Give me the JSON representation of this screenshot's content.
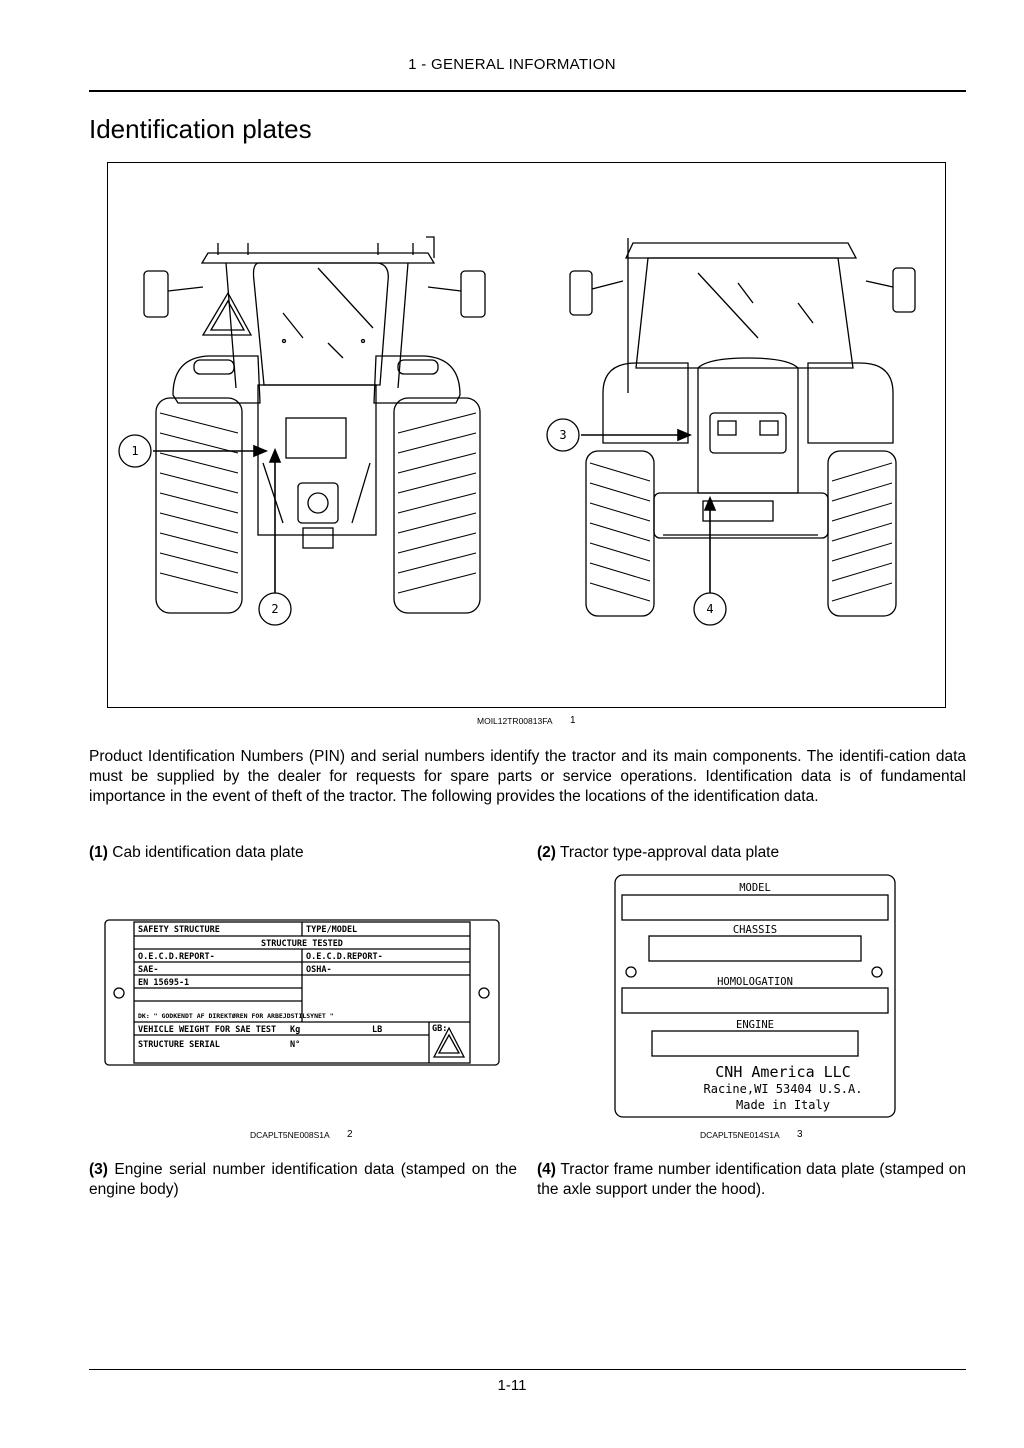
{
  "header": {
    "section": "1 - GENERAL INFORMATION"
  },
  "title": "Identification plates",
  "figure1": {
    "code": "MOIL12TR00813FA",
    "number": "1",
    "callouts": [
      "1",
      "2",
      "3",
      "4"
    ]
  },
  "intro": "Product Identification Numbers (PIN) and serial numbers identify the tractor and its main components. The identifi-cation data must be supplied by the dealer for requests for spare parts or service operations. Identification data is of fundamental importance in the event of theft of the tractor. The following provides the locations of the identification data.",
  "items": [
    {
      "num": "(1)",
      "text": "Cab identification data plate"
    },
    {
      "num": "(2)",
      "text": "Tractor type-approval data plate"
    },
    {
      "num": "(3)",
      "text": "Engine serial number identification data (stamped on the engine body)"
    },
    {
      "num": "(4)",
      "text": "Tractor frame number identification data plate (stamped on the axle support under the hood)."
    }
  ],
  "figure2": {
    "code": "DCAPLT5NE008S1A",
    "number": "2",
    "plate": {
      "safety_structure": "SAFETY STRUCTURE",
      "type_model": "TYPE/MODEL",
      "structure_tested": "STRUCTURE TESTED",
      "oecd_left": "O.E.C.D.REPORT-",
      "oecd_right": "O.E.C.D.REPORT-",
      "sae": "SAE-",
      "osha": "OSHA-",
      "en": "EN 15695-1",
      "directive": "DK: \" GODKENDT AF DIREKTØREN FOR ARBEJDSTILSYNET \"",
      "vehicle_weight": "VEHICLE WEIGHT FOR SAE TEST",
      "kg": "Kg",
      "lb": "LB",
      "gb": "GB:",
      "structure_serial": "STRUCTURE SERIAL",
      "no": "N°"
    }
  },
  "figure3": {
    "code": "DCAPLT5NE014S1A",
    "number": "3",
    "plate": {
      "model": "MODEL",
      "chassis": "CHASSIS",
      "homologation": "HOMOLOGATION",
      "engine": "ENGINE",
      "company": "CNH America LLC",
      "address": "Racine,WI 53404 U.S.A.",
      "made": "Made in Italy"
    }
  },
  "footer": {
    "page": "1-11"
  }
}
